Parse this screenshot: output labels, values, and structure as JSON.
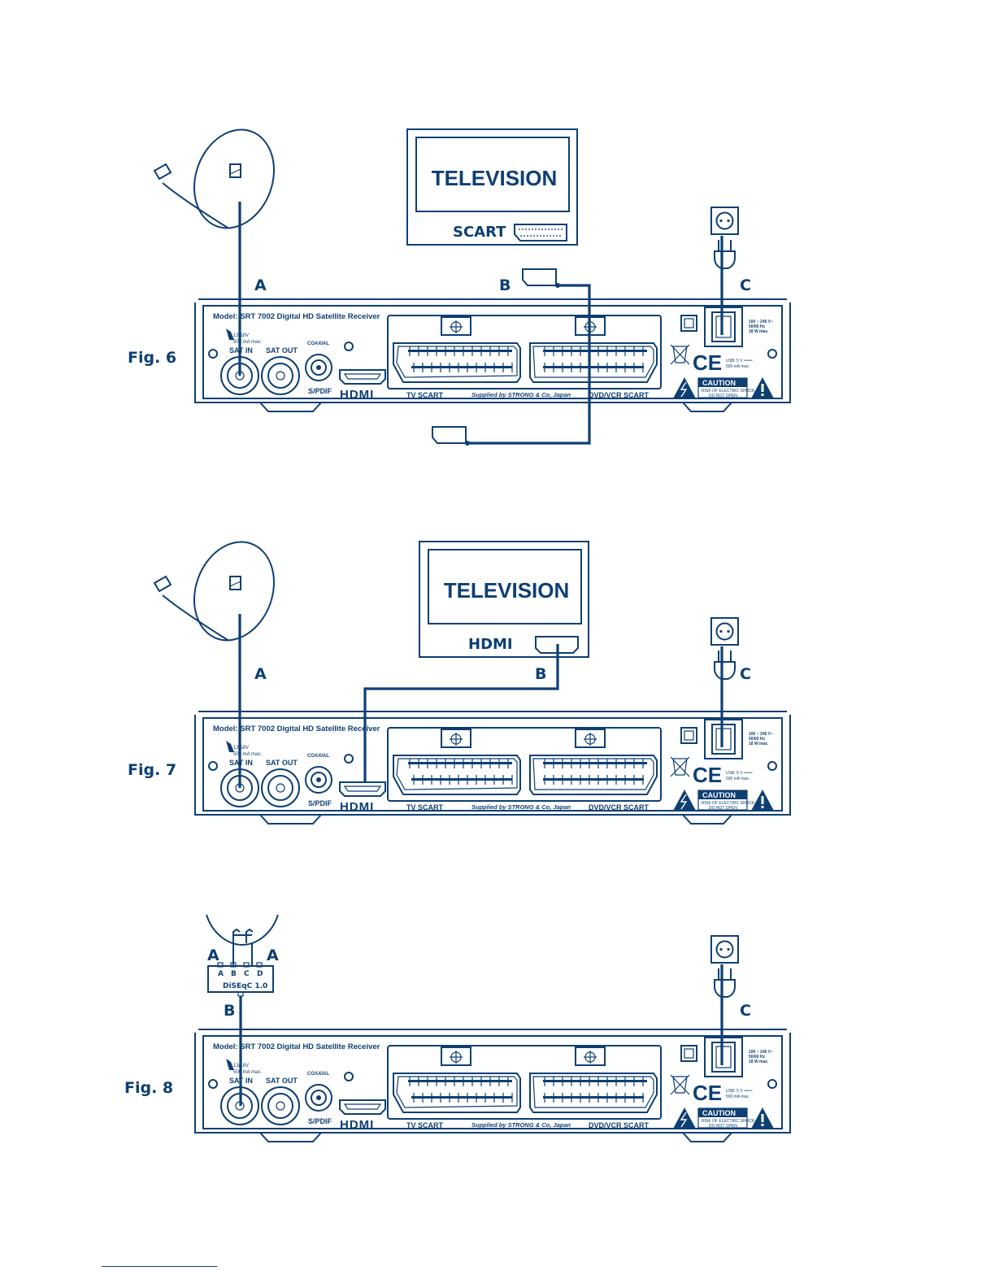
{
  "colors": {
    "ink": "#0e3f73",
    "background": "#ffffff"
  },
  "receiver": {
    "model": "Model: SRT 7002 Digital HD Satellite Receiver",
    "lnb_power": "13/18V",
    "lnb_current": "500 mA max.",
    "sat_in": "SAT IN",
    "sat_out": "SAT OUT",
    "coaxial": "COAXIAL",
    "spdif": "S/PDIF",
    "hdmi_logo": "HDMI",
    "tv_scart": "TV SCART",
    "supplied_by": "Supplied by STRONG & Co, Japan",
    "dvd_vcr_scart": "DVD/VCR SCART",
    "power_rating": [
      "100 ~ 240 V~",
      "50/60 Hz",
      "18 W max."
    ],
    "usb": [
      "USB: 5 V ═══",
      "500 mA max."
    ],
    "ce_mark": "CE",
    "caution": "CAUTION",
    "caution_sub": [
      "RISK OF ELECTRIC SHOCK",
      "DO NOT OPEN"
    ],
    "warning_symbol": "!"
  },
  "fig6": {
    "label": "Fig. 6",
    "television": "TELEVISION",
    "tv_port": "SCART",
    "letters": [
      "A",
      "B",
      "C"
    ]
  },
  "fig7": {
    "label": "Fig. 7",
    "television": "TELEVISION",
    "tv_port": "HDMI",
    "letters": [
      "A",
      "B",
      "C"
    ]
  },
  "fig8": {
    "label": "Fig. 8",
    "letters_top": [
      "A",
      "A"
    ],
    "letter_b": "B",
    "letter_c": "C",
    "diseqc_ports": [
      "A",
      "B",
      "C",
      "D"
    ],
    "diseqc_label": "DiSEqC 1.0"
  },
  "icons": [
    "satellite-dish-icon",
    "television-icon",
    "wall-socket-icon",
    "power-plug-icon",
    "scart-connector-icon",
    "hdmi-connector-icon",
    "weee-bin-icon",
    "lightning-warning-icon",
    "exclamation-warning-icon"
  ]
}
